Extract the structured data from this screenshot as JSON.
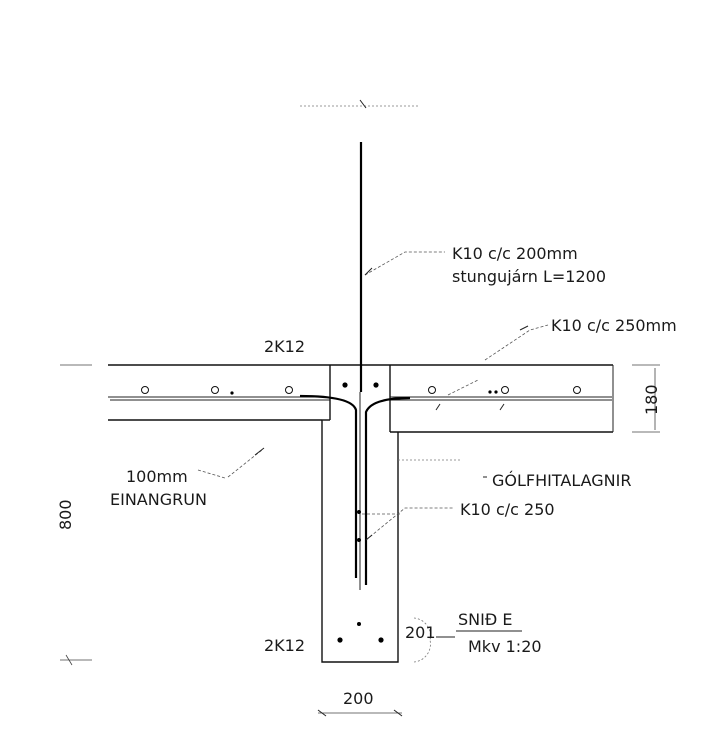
{
  "drawing": {
    "dowel_label_line1": "K10 c/c 200mm",
    "dowel_label_line2": "stungujárn L=1200",
    "slab_bar_label": "K10 c/c 250mm",
    "top_bars_label": "2K12",
    "bottom_bars_label": "2K12",
    "slab_thickness": "180",
    "insulation_line1": "100mm",
    "insulation_line2": "EINANGRUN",
    "floor_heating_label": "GÓLFHITALAGNIR",
    "wall_bar_label": "K10 c/c 250",
    "footing_depth": "800",
    "wall_width": "200",
    "section_number": "201",
    "section_title": "SNIÐ E",
    "section_scale": "Mkv 1:20"
  }
}
